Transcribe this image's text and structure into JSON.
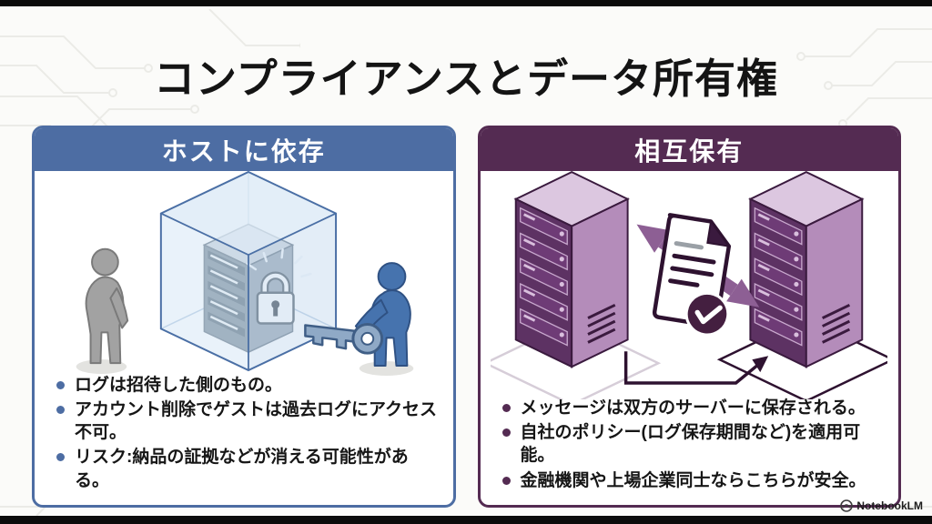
{
  "page": {
    "title": "コンプライアンスとデータ所有権",
    "brand": "NotebookLM"
  },
  "panels": {
    "left": {
      "title": "ホストに依存",
      "accent": "#4d6da3",
      "illustration": "locked-server-in-glass-cube",
      "bullets": [
        "ログは招待した側のもの。",
        "アカウント削除でゲストは過去ログにアクセス不可。",
        "リスク:納品の証拠などが消える可能性がある。"
      ]
    },
    "right": {
      "title": "相互保有",
      "accent": "#542b52",
      "illustration": "mutual-server-document-exchange",
      "bullets": [
        "メッセージは双方のサーバーに保存される。",
        "自社のポリシー(ログ保存期間など)を適用可能。",
        "金融機関や上場企業同士ならこちらが安全。"
      ]
    }
  }
}
